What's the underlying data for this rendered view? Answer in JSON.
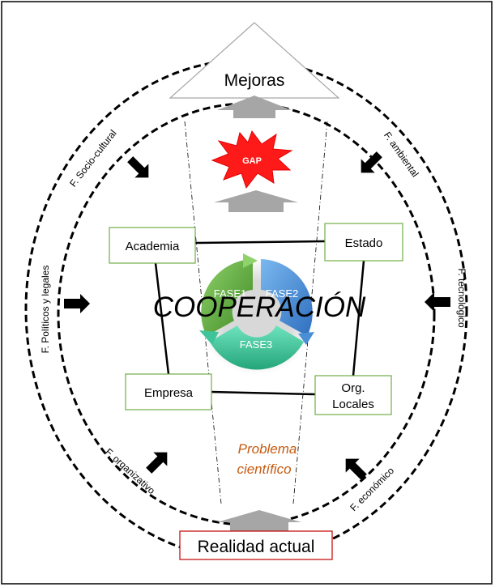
{
  "diagram": {
    "top_label": "Mejoras",
    "bottom_label": "Realidad actual",
    "gap_label": "GAP",
    "center_label": "COOPERACIÓN",
    "problem_line1": "Problema",
    "problem_line2": "científico",
    "actors": {
      "academia": "Academia",
      "estado": "Estado",
      "empresa": "Empresa",
      "org_line1": "Org.",
      "org_line2": "Locales"
    },
    "phases": {
      "fase1": "FASE1",
      "fase2": "FASE2",
      "fase3": "FASE3"
    },
    "factors": {
      "socio_cultural": "F. Socio-cultural",
      "ambiental": "F. ambiental",
      "politicos": "F. Políticos y legales",
      "tecnologico": "F. tecnológico",
      "organizativo": "F. organizativo",
      "economico": "F. económico"
    },
    "colors": {
      "actor_border": "#70ad47",
      "bottom_border": "#c00000",
      "phase1": "#5fa83c",
      "phase2": "#4a8fd6",
      "phase3": "#3fc49a",
      "gap_burst": "#ff1a1a",
      "problem_text": "#c55a11",
      "gray_arrow": "#a6a6a6"
    }
  }
}
